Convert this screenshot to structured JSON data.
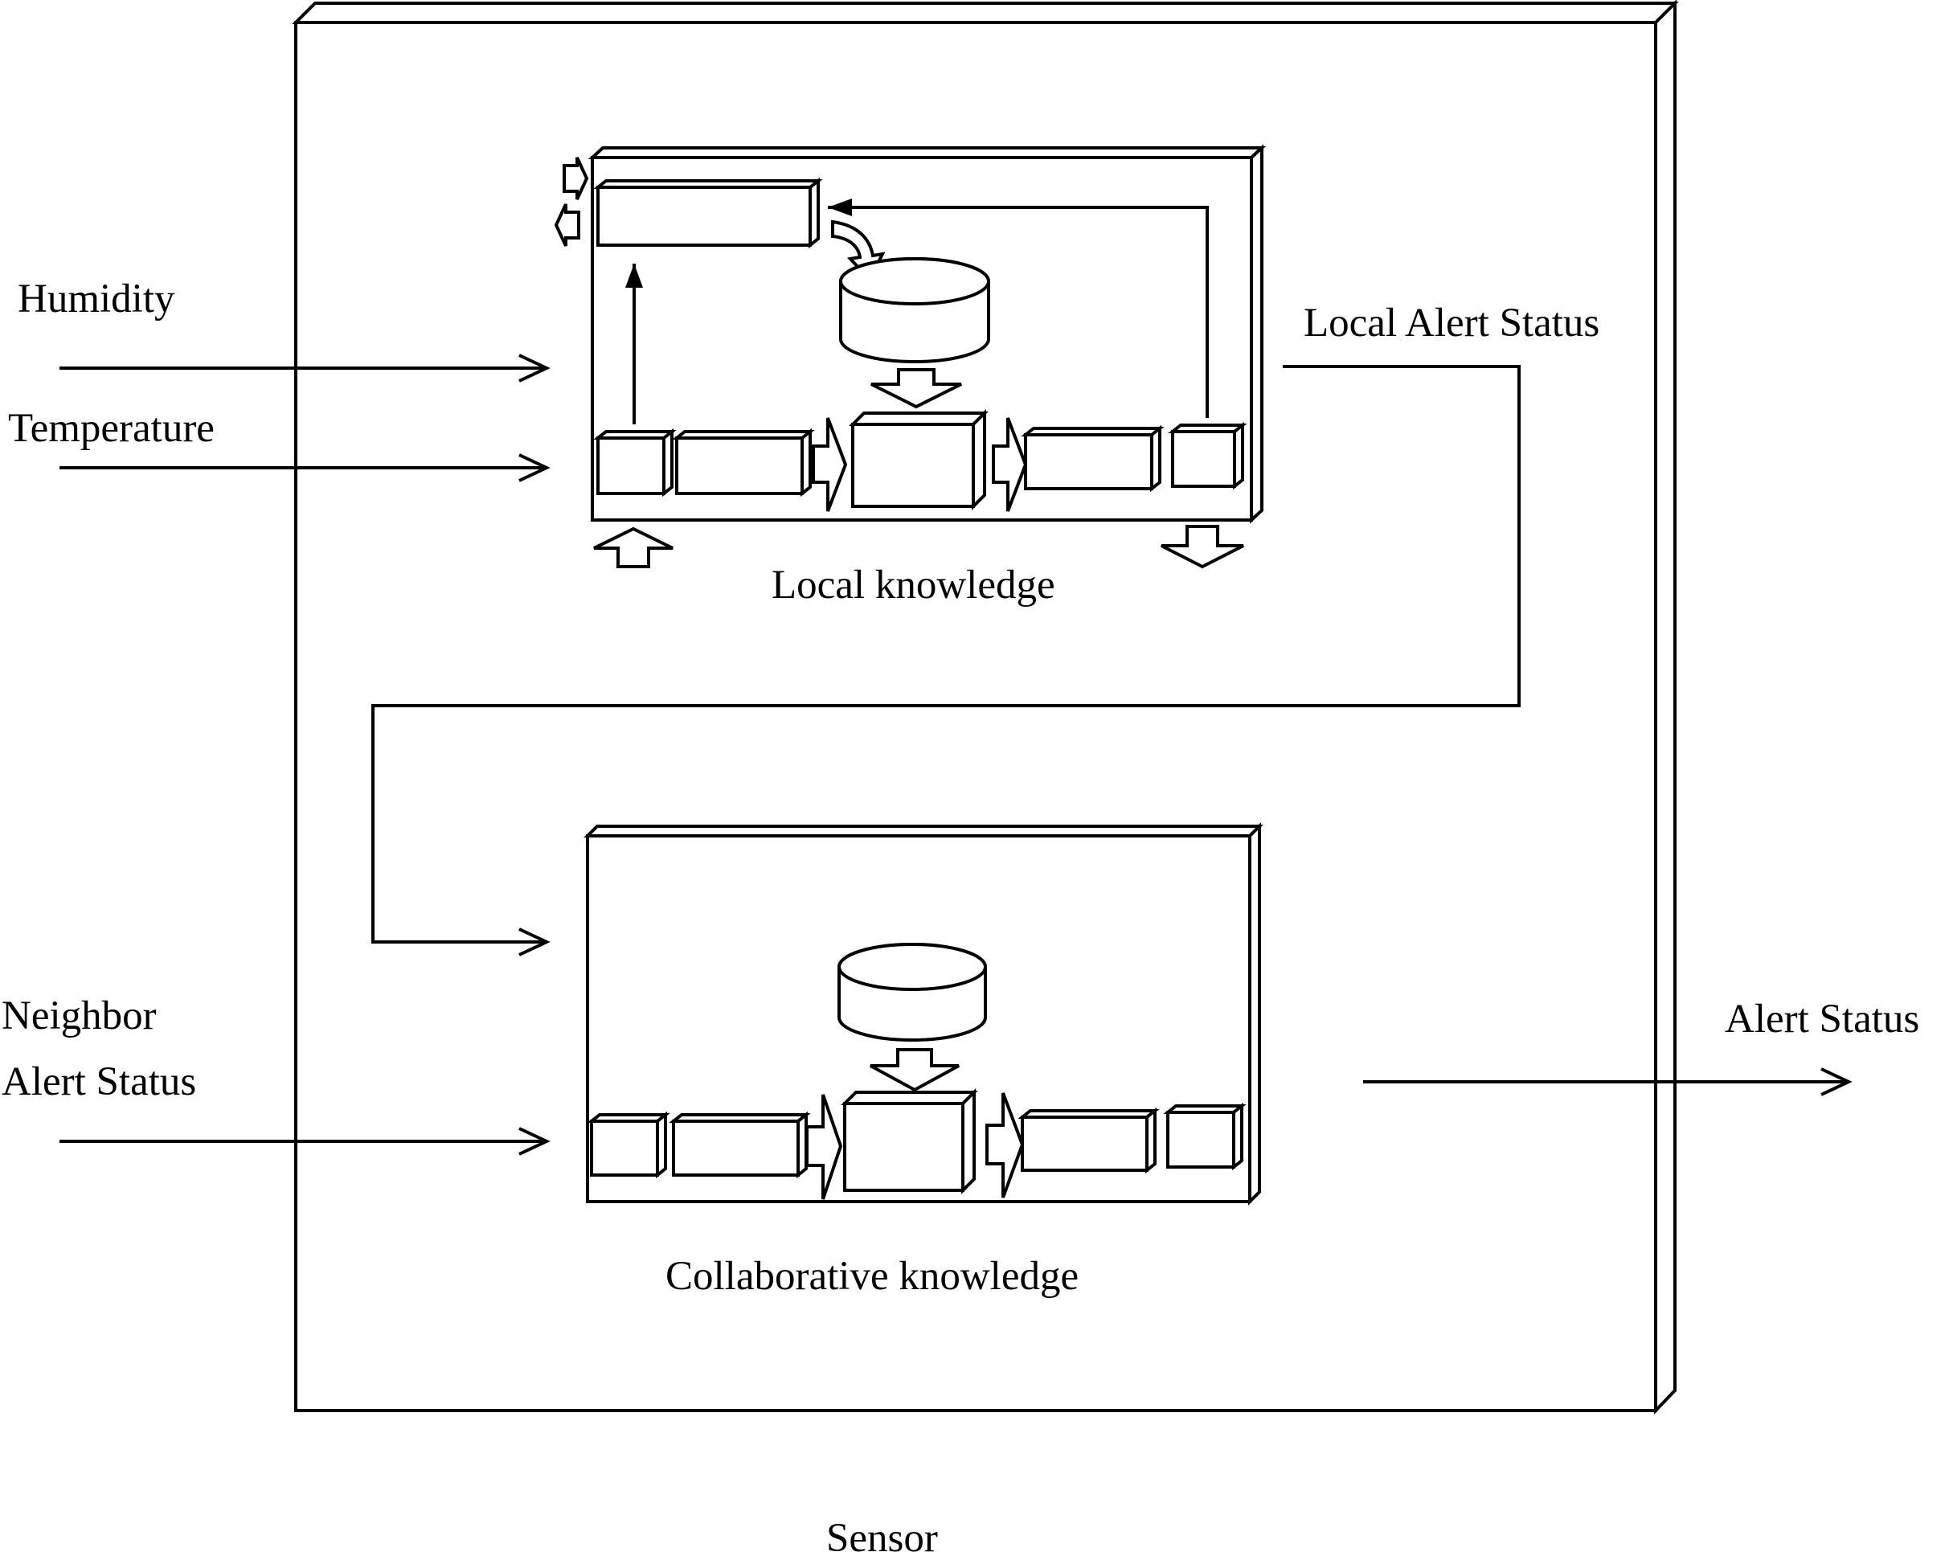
{
  "diagram": {
    "inputs": {
      "humidity": "Humidity",
      "temperature": "Temperature",
      "neighbor_line1": "Neighbor",
      "neighbor_line2": "Alert Status"
    },
    "outputs": {
      "local_alert_status": "Local Alert Status",
      "alert_status": "Alert Status"
    },
    "modules": {
      "local_knowledge": "Local knowledge",
      "collaborative_knowledge": "Collaborative knowledge"
    },
    "container": {
      "sensor": "Sensor"
    }
  }
}
